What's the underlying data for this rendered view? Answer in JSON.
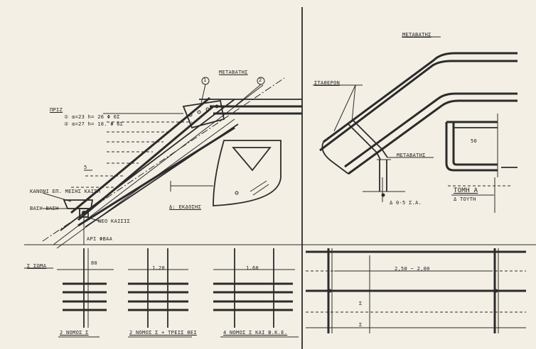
{
  "labels": {
    "metavatis_a": "ΜΕΤΑΒΑΤΗΣ",
    "circle_1": "1",
    "circle_2": "2",
    "priz": "ΠΡΙΖ",
    "spec_1": "① α=23  h= 26  Φ 6Σ",
    "spec_2": "② α=27  h= 18.  Φ 6Σ",
    "dim_5": "5",
    "kanoni": "ΚΑΝΟΝΙ ΕΠ. ΜΕΣΗΣ ΚΑΙΣΗ",
    "kanoni_2": "ΒΑΣΗ ΒΑΣΗ",
    "neo_kaisis": "ΝΕΟ ΚΑΙΣΙΣ",
    "ari_vaa": "ΑΡΙ ΦΒΑΑ",
    "ekl_label": "Δ: ΕΚΔΟΣΗΣ",
    "stadeion": "ΣΤΑΘΕΡΟΝ",
    "metavatis_b": "ΜΕΤΑΒΑΤΗΣ",
    "meta_lower": "ΜΕΤΑΒΑΤΗΣ",
    "dim_50": "50",
    "tomi_a": "ΤΟΜΗ Α",
    "tomi_a_sub": "Δ ΤΟΥΤΗ",
    "dim_s": "Δ 0-5 Σ.Α.",
    "left_head": "Σ ΣΩΜΑ",
    "dim_80": "80",
    "dim_120": "1.20",
    "dim_160": "1.60",
    "cap_1": "2 ΝΟΜΟΣ Σ",
    "cap_2": "2 ΝΟΜΟΣ Σ + ΤΡΕΙΣ ΘΕΙ",
    "cap_3": "4 ΝΟΜΟΣ Σ    ΚΑΙ  Β.Κ.Ε.",
    "dim_250": "2,50 ~ 2,00",
    "dim_side": "Σ",
    "dim_side2": "Σ"
  }
}
